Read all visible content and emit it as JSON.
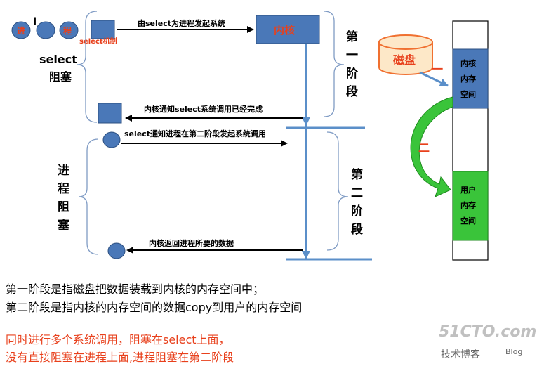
{
  "colors": {
    "accent_red": "#e8401c",
    "box_blue": "#4a78b8",
    "line_blue": "#5b8fc9",
    "green": "#3ac43a",
    "disk_orange": "#f07030"
  },
  "left": {
    "process_chars": [
      "进",
      "程"
    ],
    "select_mechanism": "select机制",
    "select_block_line1": "select",
    "select_block_line2": "阻塞",
    "process_block": [
      "进",
      "程",
      "阻",
      "塞"
    ]
  },
  "kernel_label": "内核",
  "arrows": {
    "initiate": "由select为进程发起系统",
    "kernel_notify": "内核通知select系统调用已经完成",
    "select_notify": "select通知进程在第二阶段发起系统调用",
    "kernel_return": "内核返回进程所要的数据"
  },
  "phases": {
    "first": [
      "第",
      "一",
      "阶",
      "段"
    ],
    "second": [
      "第",
      "二",
      "阶",
      "段"
    ]
  },
  "disk_label": "磁盘",
  "memory": {
    "kernel_mem": [
      "内核",
      "内存",
      "空间"
    ],
    "user_mem": [
      "用户",
      "内存",
      "空间"
    ],
    "mark_one": "一",
    "mark_two": "二"
  },
  "captions": {
    "line1": "第一阶段是指磁盘把数据装载到内核的内存空间中；",
    "line2": "第二阶段是指内核的内存空间的数据copy到用户的内存空间",
    "red_line1": "同时进行多个系统调用，阻塞在select上面，",
    "red_line2": "没有直接阻塞在进程上面,进程阻塞在第二阶段"
  },
  "watermark": {
    "brand": "51CTO.com",
    "sub": "技术博客",
    "blog": "Blog"
  }
}
